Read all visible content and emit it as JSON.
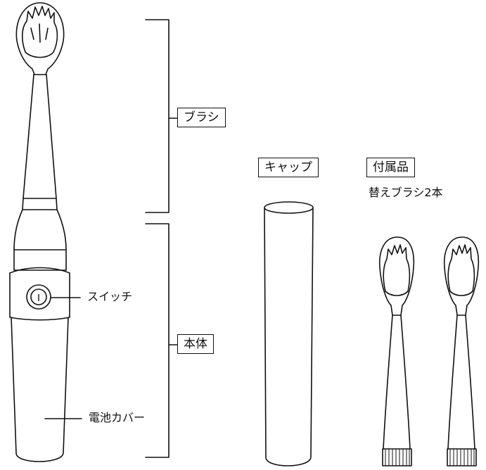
{
  "labels": {
    "brush": "ブラシ",
    "cap": "キャップ",
    "accessories": "付属品",
    "replacement_brushes": "替えブラシ2本",
    "switch": "スイッチ",
    "body": "本体",
    "battery_cover": "電池カバー"
  },
  "switch_symbol": "I",
  "colors": {
    "line": "#111111",
    "background": "#ffffff"
  }
}
